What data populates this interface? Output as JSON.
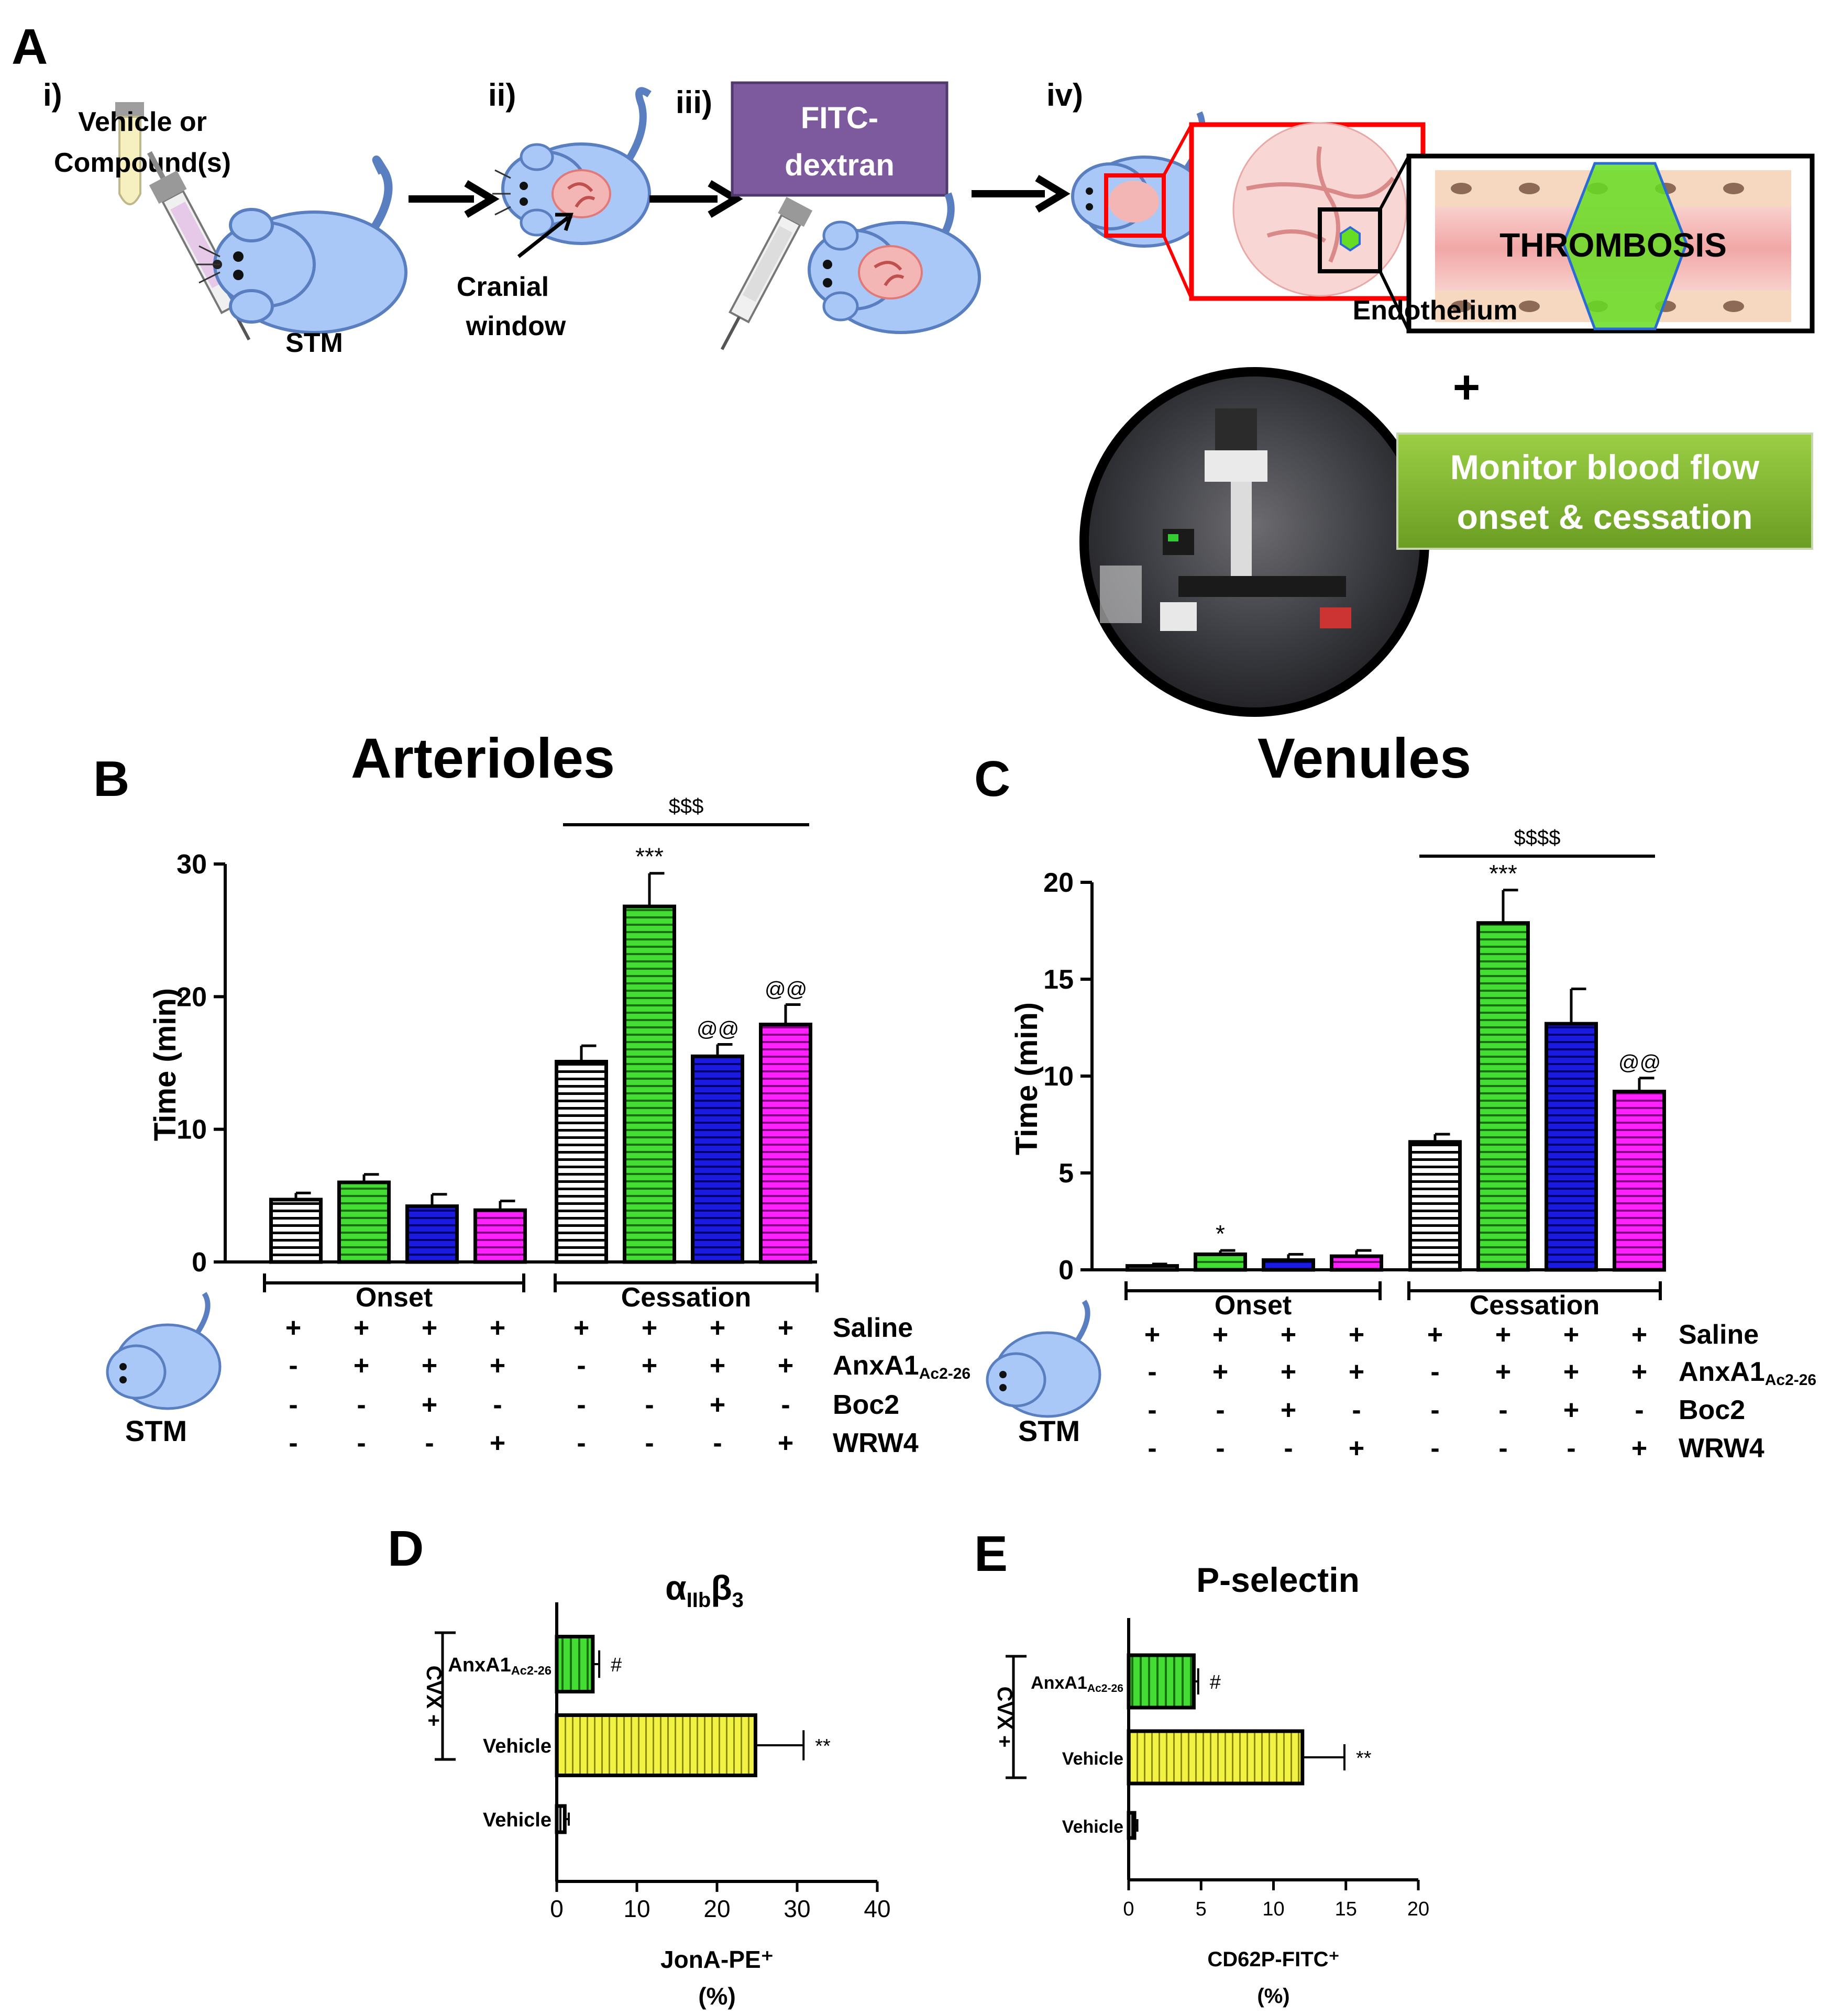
{
  "panel_a": {
    "letter": "A",
    "steps": [
      "i)",
      "ii)",
      "iii)",
      "iv)"
    ],
    "vehicle_line1": "Vehicle or",
    "vehicle_line2": "Compound(s)",
    "stm_label": "STM",
    "cranial_line1": "Cranial",
    "cranial_line2": "window",
    "fitc_line1": "FITC-",
    "fitc_line2": "dextran",
    "thrombosis": "THROMBOSIS",
    "endothelium": "Endothelium",
    "plus": "+",
    "monitor_line1": "Monitor blood flow",
    "monitor_line2": "onset & cessation",
    "colors": {
      "mouse": "#a9c8f7",
      "fitc": "#7d5a9e",
      "monitor": "#7aae2a",
      "red_box": "#ff0000",
      "clot": "#66dd22",
      "vessel": "#f4b6b4"
    }
  },
  "row_labels": {
    "saline": "Saline",
    "anxa1": "AnxA1",
    "anxa1_sub": "Ac2-26",
    "boc2": "Boc2",
    "wrw4": "WRW4",
    "stm": "STM"
  },
  "treatment_signs": {
    "saline": [
      "+",
      "+",
      "+",
      "+",
      "+",
      "+",
      "+",
      "+"
    ],
    "anxa1": [
      "-",
      "+",
      "+",
      "+",
      "-",
      "+",
      "+",
      "+"
    ],
    "boc2": [
      "-",
      "-",
      "+",
      "-",
      "-",
      "-",
      "+",
      "-"
    ],
    "wrw4": [
      "-",
      "-",
      "-",
      "+",
      "-",
      "-",
      "-",
      "+"
    ]
  },
  "chart_data": [
    {
      "panel": "B",
      "type": "bar",
      "title": "Arterioles",
      "ylabel": "Time (min)",
      "ylim": [
        0,
        30
      ],
      "yticks": [
        "0",
        "10",
        "20",
        "30"
      ],
      "groups": [
        "Onset",
        "Cessation"
      ],
      "values": [
        4.7,
        6.0,
        4.2,
        3.9,
        15.1,
        26.8,
        15.5,
        17.9
      ],
      "errors": [
        0.5,
        0.6,
        0.9,
        0.7,
        1.2,
        2.5,
        0.9,
        1.5
      ],
      "bar_colors": [
        "#ffffff",
        "#44dd33",
        "#1414cc",
        "#ee11ee",
        "#ffffff",
        "#44dd33",
        "#1414cc",
        "#ee11ee"
      ],
      "annotations": [
        "",
        "",
        "",
        "",
        "",
        "***",
        "@@",
        "@@"
      ],
      "bracket_label": "$$$"
    },
    {
      "panel": "C",
      "type": "bar",
      "title": "Venules",
      "ylabel": "Time (min)",
      "ylim": [
        0,
        20
      ],
      "yticks": [
        "0",
        "5",
        "10",
        "15",
        "20"
      ],
      "groups": [
        "Onset",
        "Cessation"
      ],
      "values": [
        0.2,
        0.8,
        0.5,
        0.7,
        6.6,
        17.9,
        12.7,
        9.2
      ],
      "errors": [
        0.1,
        0.2,
        0.3,
        0.3,
        0.4,
        1.7,
        1.8,
        0.7
      ],
      "bar_colors": [
        "#ffffff",
        "#44dd33",
        "#1414cc",
        "#ee11ee",
        "#ffffff",
        "#44dd33",
        "#1414cc",
        "#ee11ee"
      ],
      "annotations": [
        "",
        "*",
        "",
        "",
        "",
        "***",
        "",
        "@@"
      ],
      "bracket_label": "$$$$"
    },
    {
      "panel": "D",
      "type": "bar",
      "orientation": "horizontal",
      "title": "αIIbβ3",
      "title_main": "α",
      "title_sub1": "IIb",
      "title_mid": "β",
      "title_sub2": "3",
      "xlabel_line1": "JonA-PE⁺",
      "xlabel_line2": "(%)",
      "xlim": [
        0,
        40
      ],
      "xticks": [
        "0",
        "10",
        "20",
        "30",
        "40"
      ],
      "categories": [
        "AnxA1",
        "Vehicle",
        "Vehicle"
      ],
      "category_sub": [
        "Ac2-26",
        "",
        ""
      ],
      "values": [
        4.5,
        24.8,
        1.0
      ],
      "errors": [
        0.8,
        6.0,
        0.5
      ],
      "bar_colors": [
        "#44dd33",
        "#eeee44",
        "#ffffff"
      ],
      "annotations": [
        "#",
        "**",
        ""
      ],
      "bracket_label": "CVX +"
    },
    {
      "panel": "E",
      "type": "bar",
      "orientation": "horizontal",
      "title": "P-selectin",
      "xlabel_line1": "CD62P-FITC⁺",
      "xlabel_line2": "(%)",
      "xlim": [
        0,
        20
      ],
      "xticks": [
        "0",
        "5",
        "10",
        "15",
        "20"
      ],
      "categories": [
        "AnxA1",
        "Vehicle",
        "Vehicle"
      ],
      "category_sub": [
        "Ac2-26",
        "",
        ""
      ],
      "values": [
        4.5,
        12.0,
        0.4
      ],
      "errors": [
        0.3,
        2.9,
        0.2
      ],
      "bar_colors": [
        "#44dd33",
        "#eeee44",
        "#ffffff"
      ],
      "annotations": [
        "#",
        "**",
        ""
      ],
      "bracket_label": "CVX +"
    }
  ]
}
